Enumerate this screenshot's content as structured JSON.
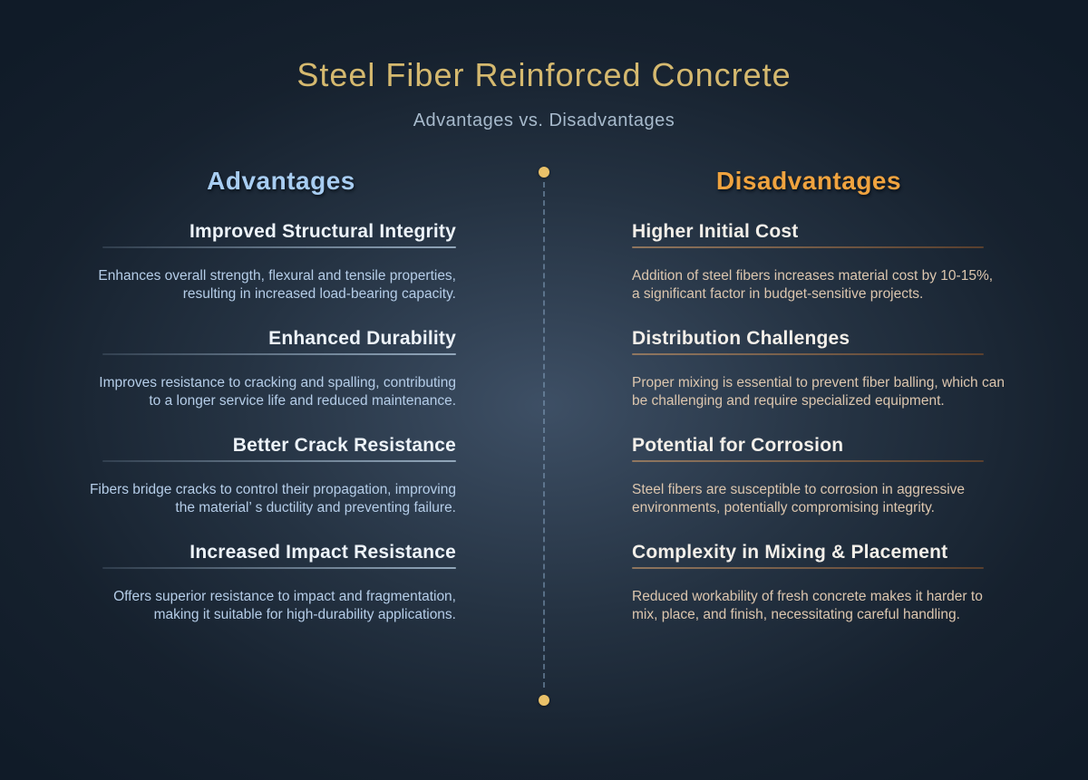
{
  "header": {
    "title": "Steel Fiber Reinforced Concrete",
    "subtitle": "Advantages vs. Disadvantages"
  },
  "advantages": {
    "heading": "Advantages",
    "accent_color": "#a8cdf2",
    "items": [
      {
        "title": "Improved Structural Integrity",
        "body": "Enhances overall strength, flexural and tensile properties,\nresulting in increased load-bearing capacity."
      },
      {
        "title": "Enhanced Durability",
        "body": "Improves resistance to cracking and spalling, contributing\nto a longer service life and reduced maintenance."
      },
      {
        "title": "Better Crack Resistance",
        "body": "Fibers bridge cracks to control their propagation, improving\nthe material’ s ductility and preventing failure."
      },
      {
        "title": "Increased Impact Resistance",
        "body": "Offers superior resistance to impact and fragmentation,\nmaking it suitable for high-durability applications."
      }
    ]
  },
  "disadvantages": {
    "heading": "Disadvantages",
    "accent_color": "#f0a33f",
    "items": [
      {
        "title": "Higher Initial Cost",
        "body": "Addition of steel fibers increases material cost by 10-15%,\na significant factor in budget-sensitive projects."
      },
      {
        "title": "Distribution Challenges",
        "body": "Proper mixing is essential to prevent fiber balling, which can\nbe challenging and require specialized equipment."
      },
      {
        "title": "Potential for Corrosion",
        "body": "Steel fibers are susceptible to corrosion in aggressive\nenvironments, potentially compromising integrity."
      },
      {
        "title": "Complexity in Mixing & Placement",
        "body": "Reduced workability of fresh concrete makes it harder to\nmix, place, and finish, necessitating careful handling."
      }
    ]
  },
  "colors": {
    "background_center": "#3a4a5e",
    "background_edge": "#101b28",
    "title_gold": "#d5b96f",
    "subtitle_gray_blue": "#a7bacc",
    "advantages_blue": "#a8cdf2",
    "disadvantages_orange": "#f0a33f",
    "left_body_text": "#b5cde8",
    "right_body_text": "#dcc6ae",
    "left_rule": "#a3b9cd",
    "right_rule": "#6e482c",
    "divider_dot_gold": "#e9c169",
    "divider_dash_blue": "#829ebc"
  }
}
